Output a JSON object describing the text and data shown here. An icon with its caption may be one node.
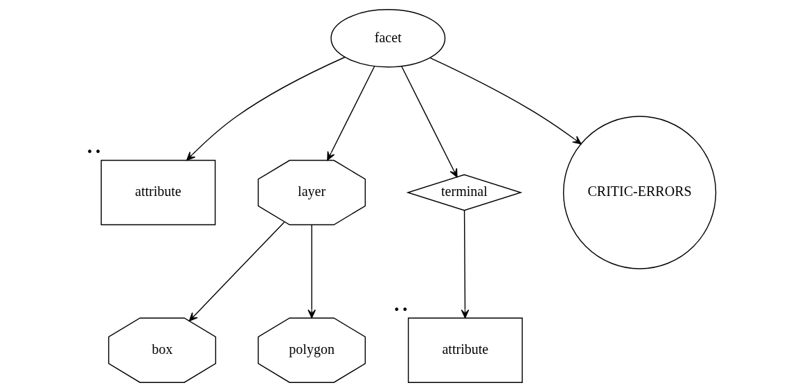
{
  "diagram": {
    "nodes": [
      {
        "text": [
          "facet"
        ]
      },
      {
        "text": [
          "attribute"
        ],
        "beside": [
          "• •"
        ]
      },
      {
        "text": [
          "layer"
        ]
      },
      {
        "text": [
          "terminal"
        ]
      },
      {
        "text": [
          "CRITIC-ERRORS"
        ]
      },
      {
        "text": [
          "box"
        ]
      },
      {
        "text": [
          "polygon"
        ]
      },
      {
        "text": [
          "attribute"
        ],
        "beside": [
          "• •"
        ]
      }
    ],
    "edges": [
      {
        "from": 0,
        "to": 1,
        "arrow": "to"
      },
      {
        "from": 0,
        "to": 2,
        "arrow": "to"
      },
      {
        "from": 0,
        "to": 3,
        "arrow": "to"
      },
      {
        "from": 0,
        "to": 4,
        "arrow": "to"
      },
      {
        "from": 2,
        "to": 5,
        "arrow": "to"
      },
      {
        "from": 2,
        "to": 6,
        "arrow": "to"
      },
      {
        "from": 3,
        "to": 7,
        "arrow": "to"
      }
    ]
  }
}
